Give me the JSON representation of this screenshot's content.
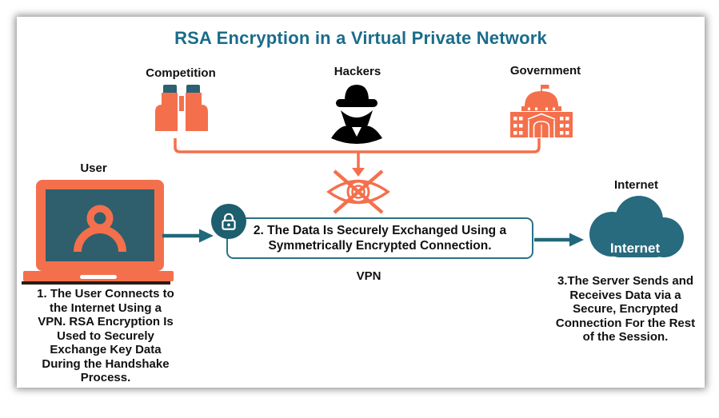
{
  "title": "RSA Encryption in a Virtual Private Network",
  "threats": {
    "competition": {
      "label": "Competition",
      "icon": "binoculars-icon"
    },
    "hackers": {
      "label": "Hackers",
      "icon": "spy-icon"
    },
    "government": {
      "label": "Government",
      "icon": "government-building-icon"
    }
  },
  "surveillance_blocked_icon": "no-spying-eye-icon",
  "user": {
    "label": "User",
    "icon": "laptop-user-icon"
  },
  "vpn": {
    "lock_icon": "padlock-icon",
    "message_lines": [
      "2. The Data Is Securely Exchanged Using a",
      "Symmetrically Encrypted Connection."
    ],
    "label": "VPN"
  },
  "internet": {
    "label": "Internet",
    "cloud_text": "Internet",
    "icon": "cloud-icon"
  },
  "steps": {
    "step1_lines": [
      "1. The User Connects to",
      "the Internet Using a",
      "VPN. RSA Encryption Is",
      "Used to Securely",
      "Exchange Key Data",
      "During the Handshake",
      "Process."
    ],
    "step3_lines": [
      "3.The Server Sends and",
      "Receives Data via a",
      "Secure, Encrypted",
      "Connection For the Rest",
      "of the Session."
    ]
  },
  "colors": {
    "orange": "#F4704C",
    "teal_arrow": "#20687B",
    "title_teal": "#1A6C8A",
    "screen_teal": "#2F5F6C",
    "cloud_teal": "#286A7E",
    "lock_badge": "#1D5E6F",
    "text": "#111111"
  }
}
